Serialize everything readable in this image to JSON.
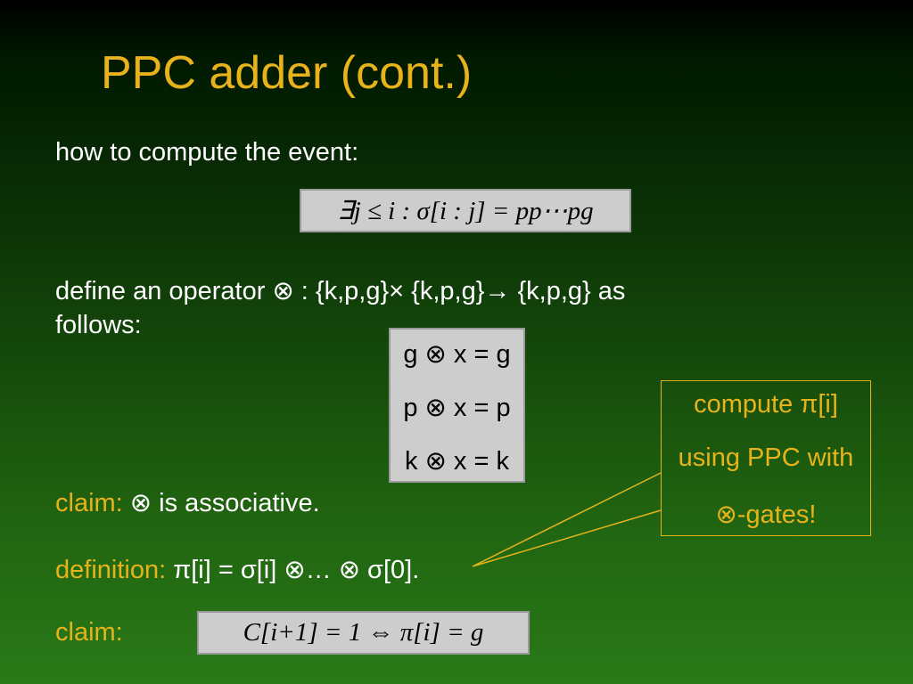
{
  "slide": {
    "title": "PPC adder (cont.)",
    "intro": "how to compute the event:",
    "event_formula": "∃j ≤ i :  σ[i : j] = pp⋯pg",
    "define_line1": "define an operator ⊗ : {k,p,g}× {k,p,g}→ {k,p,g} as",
    "define_line2": "follows:",
    "operator_table": [
      "g ⊗ x = g",
      "p ⊗ x = p",
      "k ⊗ x = k"
    ],
    "callout": {
      "line1": "compute π[i]",
      "line2": "using PPC with",
      "line3": "⊗-gates!"
    },
    "claim1_label": "claim:",
    "claim1_text": " ⊗ is associative.",
    "definition_label": "definition:",
    "definition_text": " π[i] = σ[i] ⊗… ⊗ σ[0].",
    "claim2_label": "claim:",
    "claim2_formula": "C[i+1] = 1    ⇔    π[i] = g"
  },
  "colors": {
    "title": "#e8b21a",
    "text": "#ffffff",
    "highlight": "#e8b21a",
    "math_box_bg": "#cdcdcd",
    "background_top": "#000000",
    "background_bottom": "#2a7a18"
  }
}
